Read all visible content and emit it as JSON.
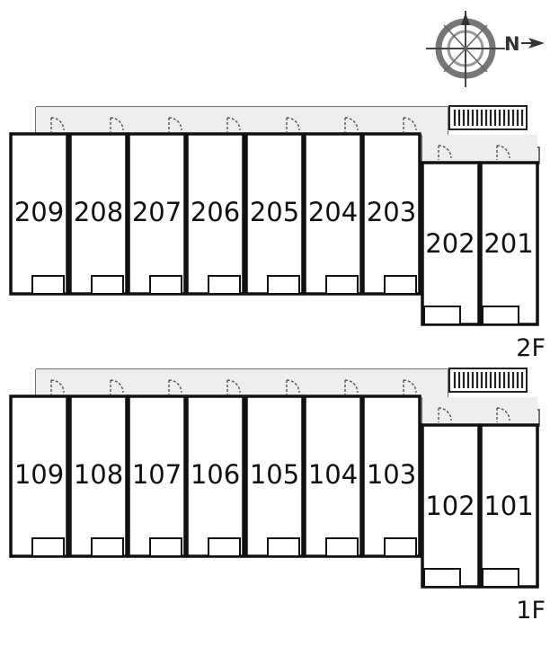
{
  "compass": {
    "letter": "N",
    "icon": "north-arrow-icon"
  },
  "floors": [
    {
      "label": "2F",
      "units": [
        "209",
        "208",
        "207",
        "206",
        "205",
        "204",
        "203",
        "202",
        "201"
      ]
    },
    {
      "label": "1F",
      "units": [
        "109",
        "108",
        "107",
        "106",
        "105",
        "104",
        "103",
        "102",
        "101"
      ]
    }
  ],
  "colors": {
    "wall": "#111111",
    "corridor": "#eeeeee",
    "stair": "#222222",
    "compass": "#555555"
  }
}
